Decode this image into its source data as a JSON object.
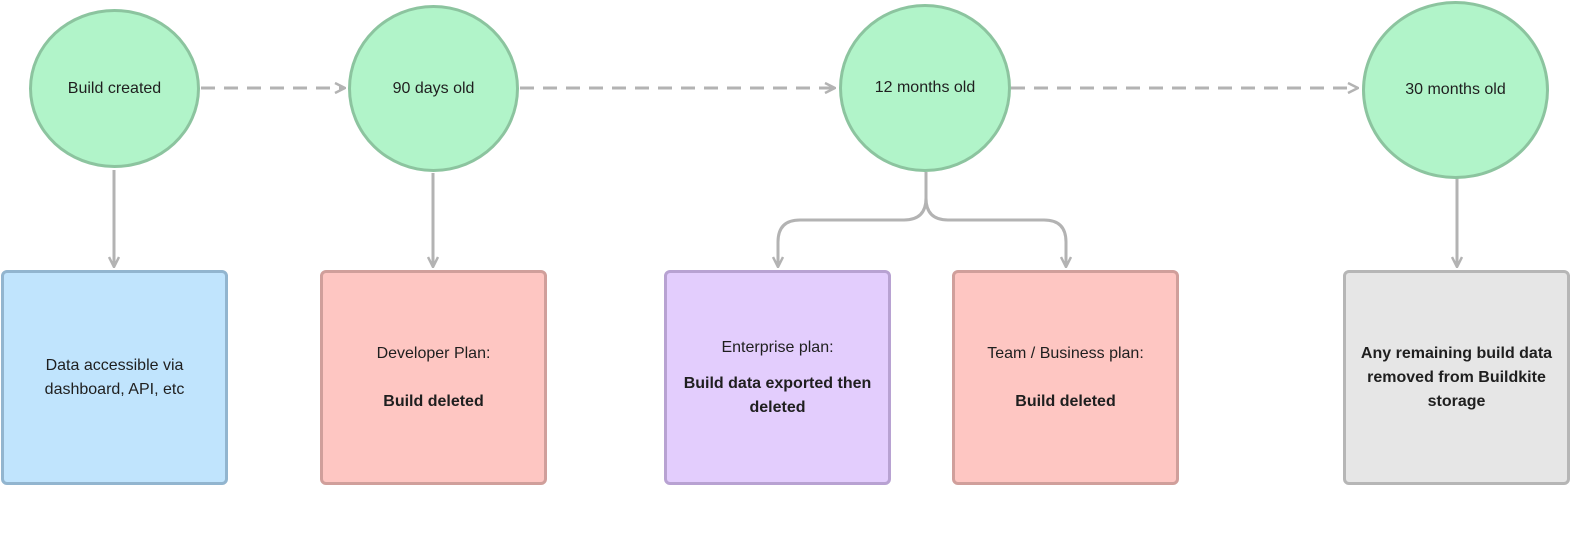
{
  "milestones": [
    {
      "label": "Build created"
    },
    {
      "label": "90 days old"
    },
    {
      "label": "12 months old"
    },
    {
      "label": "30 months old"
    }
  ],
  "outcomes": {
    "created": {
      "text": "Data accessible via dashboard, API, etc"
    },
    "developer": {
      "heading": "Developer Plan:",
      "result": "Build deleted"
    },
    "enterprise": {
      "heading": "Enterprise plan:",
      "result": "Build data exported then deleted"
    },
    "team": {
      "heading": "Team / Business plan:",
      "result": "Build deleted"
    },
    "final": {
      "result": "Any remaining build data removed from Buildkite storage"
    }
  },
  "colors": {
    "milestone_fill": "#b1f4c9",
    "milestone_stroke": "#8cc49f",
    "connector": "#b3b3b3",
    "accessible_fill": "#c0e4fd",
    "deleted_fill": "#fec6c2",
    "exported_fill": "#e3cdfd",
    "removed_fill": "#e6e6e6"
  }
}
